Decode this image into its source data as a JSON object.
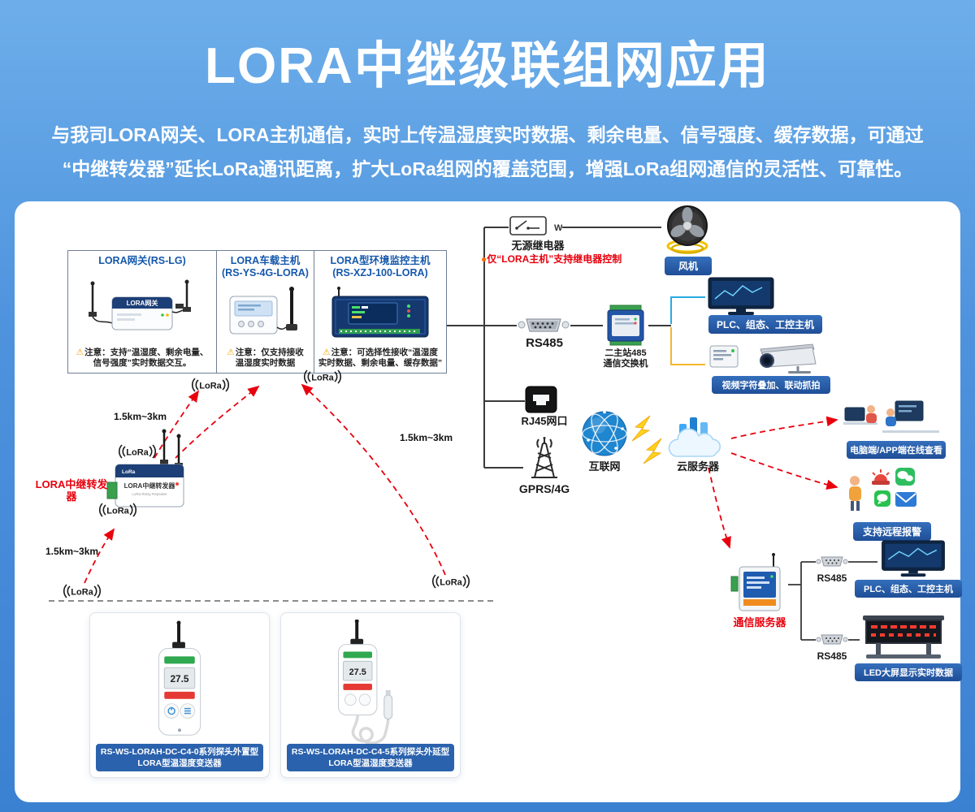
{
  "colors": {
    "bg_top": "#6daeea",
    "bg_bottom": "#3b81d2",
    "panel": "#ffffff",
    "accent_blue": "#2b62ad",
    "title_blue": "#1558ab",
    "red": "#e8000d",
    "wire": "#3a3a3a",
    "split_blue": "#29abe2",
    "split_yellow": "#f7b52c"
  },
  "header": {
    "title": "LORA中继级联组网应用",
    "desc1": "与我司LORA网关、LORA主机通信，实时上传温湿度实时数据、剩余电量、信号强度、缓存数据，可通过",
    "desc2": "“中继转发器”延长LoRa通讯距离，扩大LoRa组网的覆盖范围，增强LoRa组网通信的灵活性、可靠性。"
  },
  "hosts": {
    "gateway_title": "LORA网关(RS-LG)",
    "gateway_device_label": "LORA网关",
    "gateway_note1": "注意：支持“温湿度、剩余电量、",
    "gateway_note2": "信号强度”实时数据交互。",
    "vehicle_title1": "LORA车载主机",
    "vehicle_title2": "(RS-YS-4G-LORA)",
    "vehicle_note1": "注意：仅支持接收",
    "vehicle_note2": "温湿度实时数据",
    "env_title1": "LORA型环境监控主机",
    "env_title2": "(RS-XZJ-100-LORA)",
    "env_note1": "注意：可选择性接收“温湿度",
    "env_note2": "实时数据、剩余电量、缓存数据”"
  },
  "relay_row": {
    "label": "无源继电器",
    "note": "仅“LORA主机”支持继电器控制",
    "fan": "风机"
  },
  "rs485_row": {
    "label": "RS485",
    "converter1": "二主站485",
    "converter2": "通信交换机",
    "plc": "PLC、组态、工控主机",
    "camera": "视频字符叠加、联动抓拍"
  },
  "net_row": {
    "rj45": "RJ45网口",
    "gprs": "GPRS/4G",
    "internet": "互联网",
    "cloud": "云服务器"
  },
  "cloud_targets": {
    "pc": "电脑端/APP端在线查看",
    "alarm": "支持远程报警"
  },
  "server_branch": {
    "server": "通信服务器",
    "rs485_top": "RS485",
    "rs485_bottom": "RS485",
    "plc": "PLC、组态、工控主机",
    "led": "LED大屏显示实时数据"
  },
  "repeater": {
    "label": "LORA中继转发器",
    "device_line1": "LORA中继转发器",
    "device_line2": "LoRa Relay Repeater",
    "d1": "1.5km~3km",
    "d2": "1.5km~3km",
    "d3": "1.5km~3km"
  },
  "lora_logo": "LoRa",
  "sensors": [
    {
      "line1": "RS-WS-LORAH-DC-C4-0系列探头外置型",
      "line2": "LORA型温湿度变送器",
      "lcd": "27.5"
    },
    {
      "line1": "RS-WS-LORAH-DC-C4-5系列探头外延型",
      "line2": "LORA型温湿度变送器",
      "lcd": "27.5"
    }
  ]
}
